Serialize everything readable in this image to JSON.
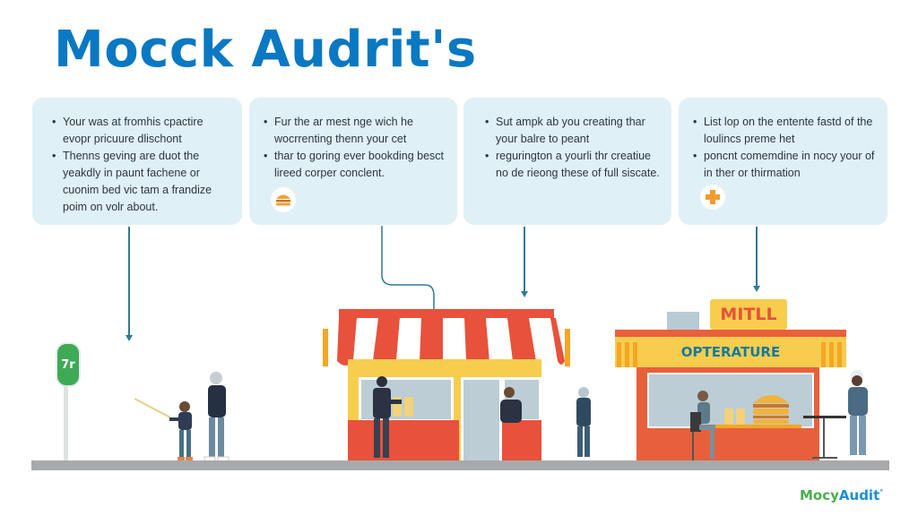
{
  "header": {
    "title": "Mocck Audrit's"
  },
  "cards": [
    {
      "bullets": [
        "Your was at fromhis cpactire evopr pricuure dlischont",
        "Thenns geving are duot the yeakdly in paunt fachene or cuonim bed vic tam a frandize poim on volr about."
      ],
      "icon": null
    },
    {
      "bullets": [
        "Fur the ar mest nge wich he wocrrenting thenn your cet",
        "thar to goring ever bookding besct lireed corper conclent."
      ],
      "icon": "burger-icon"
    },
    {
      "bullets": [
        "Sut ampk ab you creating thar your balre to peant",
        "regurington a yourli thr creatiue no de rieong these of full siscate."
      ],
      "icon": null
    },
    {
      "bullets": [
        "List lop on the entente fastd of the loulincs preme het",
        "poncnt comemdine in nocy your of in ther or thirmation"
      ],
      "icon": "plus-icon"
    }
  ],
  "scene": {
    "stop_sign": "7r",
    "shop_right_sign": "MITLL",
    "shop_right_banner": "OPTERATURE"
  },
  "footer": {
    "logo_part1": "Mocy",
    "logo_part2": "Audit",
    "logo_mark": "°"
  },
  "colors": {
    "title": "#0a78c2",
    "card_bg": "#e0f0f7",
    "connector": "#2e7b95",
    "awning_red": "#e8513b",
    "awning_yellow": "#f7cd4e",
    "logo_green": "#4cae4c",
    "logo_blue": "#1a8fd6"
  }
}
